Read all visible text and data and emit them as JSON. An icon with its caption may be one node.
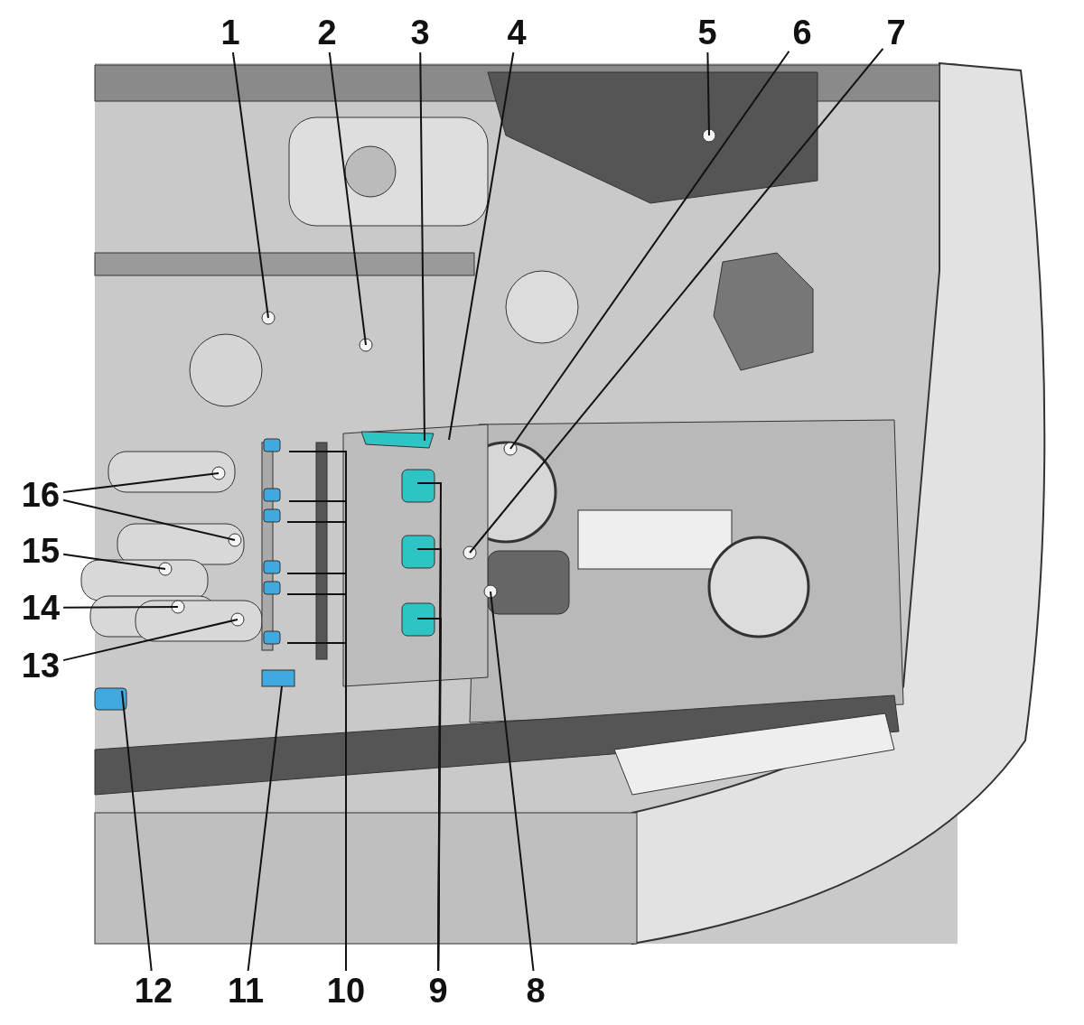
{
  "diagram": {
    "nodes": [
      {
        "text": [
          "1"
        ]
      },
      {
        "text": [
          "2"
        ]
      },
      {
        "text": [
          "3"
        ]
      },
      {
        "text": [
          "4"
        ]
      },
      {
        "text": [
          "5"
        ]
      },
      {
        "text": [
          "6"
        ]
      },
      {
        "text": [
          "7"
        ]
      },
      {
        "text": [
          "16"
        ]
      },
      {
        "text": [
          "15"
        ]
      },
      {
        "text": [
          "14"
        ]
      },
      {
        "text": [
          "13"
        ]
      },
      {
        "text": [
          "12"
        ]
      },
      {
        "text": [
          "11"
        ]
      },
      {
        "text": [
          "10"
        ]
      },
      {
        "text": [
          "9"
        ]
      },
      {
        "text": [
          "8"
        ]
      }
    ],
    "edges": [
      {
        "from": 0,
        "to": null,
        "arrow": "none"
      },
      {
        "from": 1,
        "to": null,
        "arrow": "none"
      },
      {
        "from": 2,
        "to": null,
        "arrow": "none"
      },
      {
        "from": 3,
        "to": null,
        "arrow": "none"
      },
      {
        "from": 4,
        "to": null,
        "arrow": "none"
      },
      {
        "from": 5,
        "to": null,
        "arrow": "none"
      },
      {
        "from": 6,
        "to": null,
        "arrow": "none"
      },
      {
        "from": 7,
        "to": null,
        "arrow": "none"
      },
      {
        "from": 7,
        "to": null,
        "arrow": "none"
      },
      {
        "from": 8,
        "to": null,
        "arrow": "none"
      },
      {
        "from": 9,
        "to": null,
        "arrow": "none"
      },
      {
        "from": 10,
        "to": null,
        "arrow": "none"
      },
      {
        "from": 11,
        "to": null,
        "arrow": "none"
      },
      {
        "from": 12,
        "to": null,
        "arrow": "none"
      },
      {
        "from": 13,
        "to": null,
        "arrow": "none"
      },
      {
        "from": 13,
        "to": null,
        "arrow": "none"
      },
      {
        "from": 13,
        "to": null,
        "arrow": "none"
      },
      {
        "from": 13,
        "to": null,
        "arrow": "none"
      },
      {
        "from": 13,
        "to": null,
        "arrow": "none"
      },
      {
        "from": 13,
        "to": null,
        "arrow": "none"
      },
      {
        "from": 14,
        "to": null,
        "arrow": "none"
      },
      {
        "from": 14,
        "to": null,
        "arrow": "none"
      },
      {
        "from": 14,
        "to": null,
        "arrow": "none"
      },
      {
        "from": 15,
        "to": null,
        "arrow": "none"
      }
    ]
  }
}
